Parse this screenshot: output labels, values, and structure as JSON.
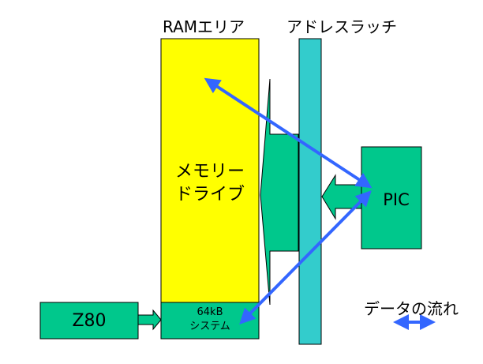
{
  "title_ram_area": "RAMエリア",
  "title_address_latch": "アドレスラッチ",
  "memory_drive_line1": "メモリー",
  "memory_drive_line2": "ドライブ",
  "system_line1": "64kB",
  "system_line2": "システム",
  "pic_label": "PIC",
  "z80_label": "Z80",
  "legend_label": "データの流れ",
  "colors": {
    "ram_yellow": "#ffff00",
    "green": "#00c88c",
    "latch_cyan": "#33cccc",
    "arrow_blue": "#3366ff"
  }
}
